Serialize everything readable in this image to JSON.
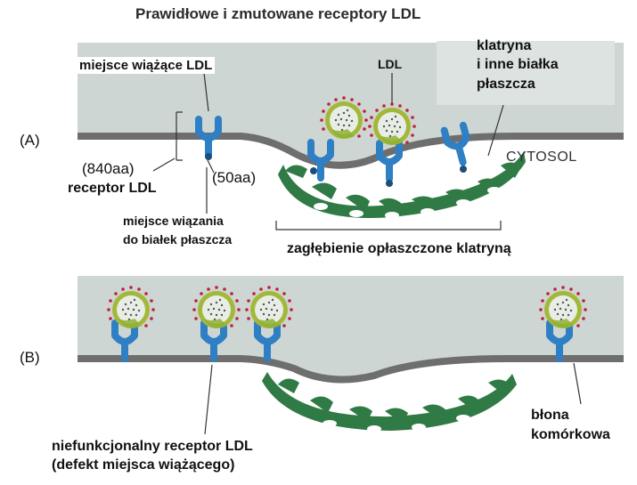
{
  "title": "Prawidłowe i zmutowane receptory LDL",
  "panel_a": {
    "label": "(A)",
    "binding_site": "miejsce wiążące LDL",
    "ldl": "LDL",
    "clathrin_line1": "klatryna",
    "clathrin_line2": "i inne białka",
    "clathrin_line3": "płaszcza",
    "cytosol": "CYTOSOL",
    "aa840": "(840aa)",
    "aa50": "(50aa)",
    "receptor": "receptor LDL",
    "coat_site_line1": "miejsce wiązania",
    "coat_site_line2": "do białek płaszcza",
    "coated_pit": "zagłębienie opłaszczone klatryną"
  },
  "panel_b": {
    "label": "(B)",
    "nonfunctional_line1": "niefunkcjonalny receptor LDL",
    "nonfunctional_line2": "(defekt miejsca wiążącego)",
    "membrane_line1": "błona",
    "membrane_line2": "komórkowa"
  },
  "colors": {
    "extracellular": "#cdd6d2",
    "membrane": "#6e6e6e",
    "receptor": "#2f7fc4",
    "clathrin": "#2f7a45",
    "ldl_shell": "#a3b83a",
    "ldl_dots": "#c0203a"
  }
}
